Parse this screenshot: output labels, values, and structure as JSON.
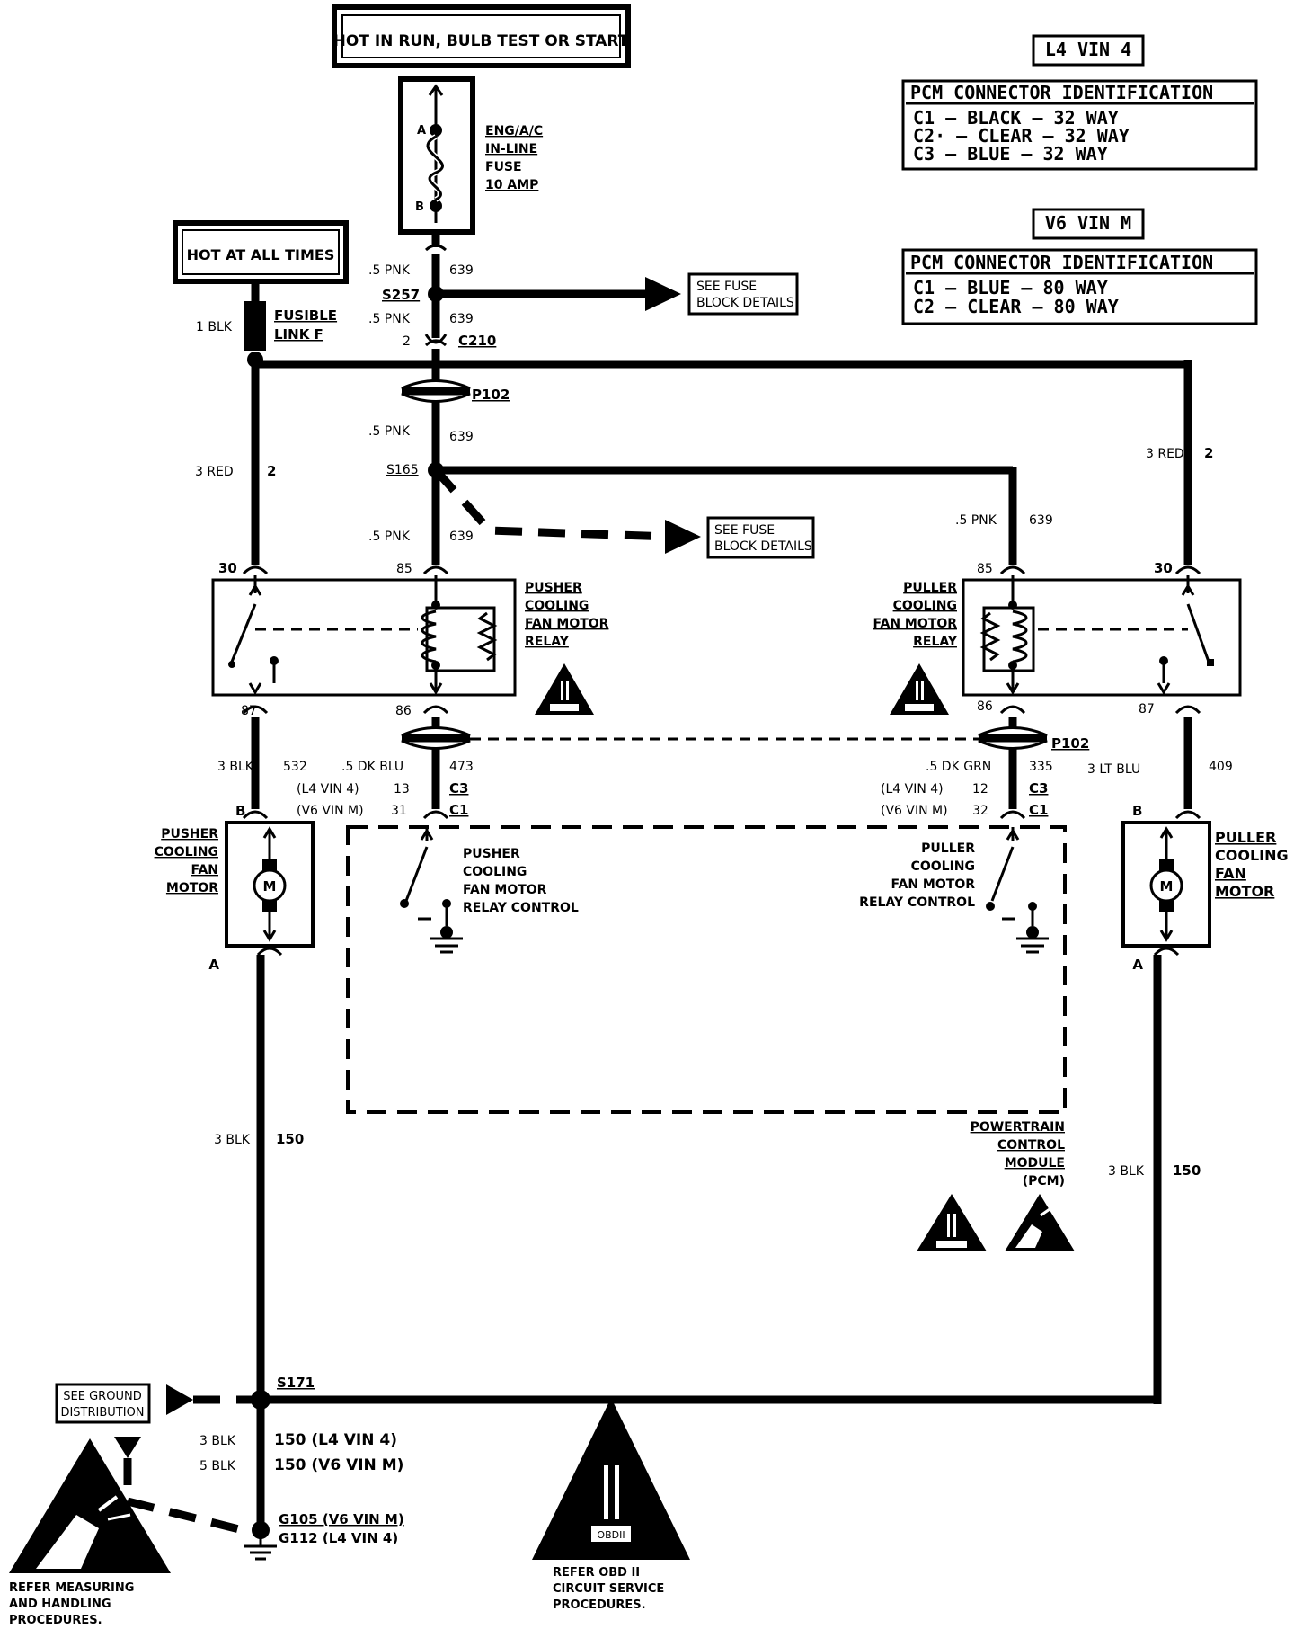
{
  "power": {
    "hot_run": "HOT IN RUN, BULB TEST OR START",
    "hot_all": "HOT AT ALL TIMES"
  },
  "fuse": {
    "term_a": "A",
    "term_b": "B",
    "label": [
      "ENG/A/C",
      "IN-LINE",
      "FUSE",
      "10 AMP"
    ]
  },
  "fusible": {
    "wire": "1 BLK",
    "label": [
      "FUSIBLE",
      "LINK F"
    ]
  },
  "pcm_tables": [
    {
      "engine": "L4 VIN 4",
      "title": "PCM CONNECTOR IDENTIFICATION",
      "rows": [
        "C1 – BLACK – 32 WAY",
        "C2· – CLEAR – 32 WAY",
        "C3 – BLUE – 32 WAY"
      ]
    },
    {
      "engine": "V6 VIN M",
      "title": "PCM CONNECTOR IDENTIFICATION",
      "rows": [
        "C1 – BLUE – 80 WAY",
        "C2 – CLEAR – 80 WAY"
      ]
    }
  ],
  "wires": {
    "pnk": ".5 PNK",
    "c639": "639",
    "red3": "3 RED",
    "c2": "2",
    "blk3": "3 BLK",
    "c532": "532",
    "dkblu": ".5 DK BLU",
    "c473": "473",
    "dkgrn": ".5 DK GRN",
    "c335": "335",
    "ltblu": "3 LT BLU",
    "c409": "409",
    "c150": "150",
    "l4": "(L4 VIN 4)",
    "v6": "(V6 VIN M)",
    "p13": "13",
    "p31": "31",
    "p12": "12",
    "p32": "32",
    "c3": "C3",
    "c1": "C1",
    "gnd1": "3 BLK",
    "gnd2": "5 BLK",
    "gnd1c": "150 (L4 VIN 4)",
    "gnd2c": "150 (V6 VIN M)"
  },
  "splices": {
    "s257": "S257",
    "c210": "C210",
    "c210pin": "2",
    "p102": "P102",
    "s165": "S165",
    "s171": "S171"
  },
  "fuse_details": "SEE FUSE",
  "fuse_details2": "BLOCK DETAILS",
  "relays": {
    "pins": [
      "30",
      "85",
      "86",
      "87"
    ],
    "pusher": [
      "PUSHER",
      "COOLING",
      "FAN MOTOR",
      "RELAY"
    ],
    "puller": [
      "PULLER",
      "COOLING",
      "FAN MOTOR",
      "RELAY"
    ]
  },
  "motors": {
    "a": "A",
    "b": "B",
    "m": "M",
    "pusher": [
      "PUSHER",
      "COOLING",
      "FAN",
      "MOTOR"
    ],
    "puller": [
      "PULLER",
      "COOLING",
      "FAN",
      "MOTOR"
    ]
  },
  "pcm": {
    "pusher_ctrl": [
      "PUSHER",
      "COOLING",
      "FAN MOTOR",
      "RELAY CONTROL"
    ],
    "puller_ctrl": [
      "PULLER",
      "COOLING",
      "FAN MOTOR",
      "RELAY CONTROL"
    ],
    "name": [
      "POWERTRAIN",
      "CONTROL",
      "MODULE",
      "(PCM)"
    ]
  },
  "ground": {
    "see": [
      "SEE GROUND",
      "DISTRIBUTION"
    ],
    "g105": "G105 (V6 VIN M)",
    "g112": "G112 (L4 VIN 4)"
  },
  "notes": {
    "esd": [
      "REFER MEASURING",
      "AND HANDLING",
      "PROCEDURES."
    ],
    "obd": [
      "REFER OBD II",
      "CIRCUIT SERVICE",
      "PROCEDURES."
    ],
    "obd_tag": "OBDII",
    "obd_tag_small": "OBD II"
  }
}
